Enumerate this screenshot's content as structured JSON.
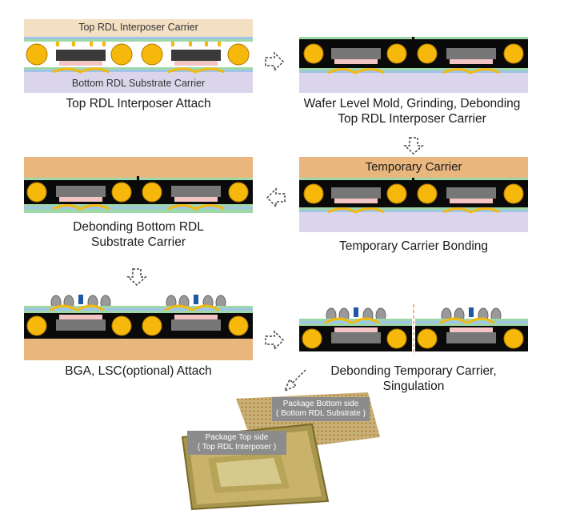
{
  "steps": [
    {
      "caption_lines": [
        "Top RDL Interposer Attach"
      ],
      "top_label": "Top RDL Interposer Carrier",
      "bottom_label": "Bottom RDL Substrate Carrier"
    },
    {
      "caption_lines": [
        "Wafer Level Mold, Grinding, Debonding",
        "Top RDL Interposer Carrier"
      ]
    },
    {
      "caption_lines": [
        "Temporary Carrier Bonding"
      ],
      "top_label": "Temporary Carrier"
    },
    {
      "caption_lines": [
        "Debonding Bottom RDL",
        "Substrate Carrier"
      ]
    },
    {
      "caption_lines": [
        "BGA, LSC(optional) Attach"
      ]
    },
    {
      "caption_lines": [
        "Debonding Temporary Carrier,",
        "Singulation"
      ]
    }
  ],
  "photo": {
    "bottom_side_label": [
      "Package Bottom side",
      "( Bottom RDL Substrate )"
    ],
    "top_side_label": [
      "Package Top side",
      "( Top RDL Interposer )"
    ]
  },
  "colors": {
    "carrier_tan": "#f3dfc2",
    "carrier_orange": "#e9b77e",
    "substrate_lavender": "#dad5ea",
    "mold_black": "#0a0a0a",
    "ball_yellow": "#f5b80b",
    "die_gray": "#777777",
    "rdl_green": "#9fd8a8",
    "rdl_blue": "#9fc4e8"
  }
}
